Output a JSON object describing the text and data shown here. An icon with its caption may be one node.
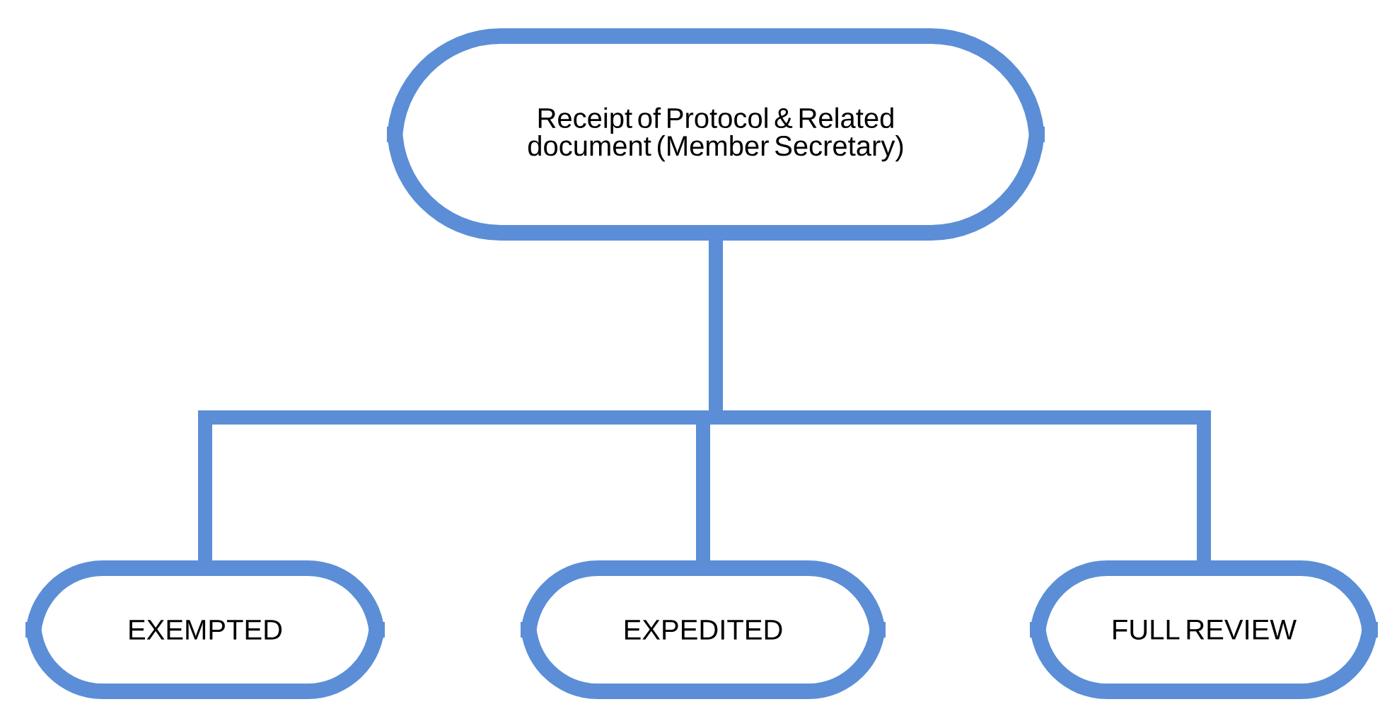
{
  "diagram": {
    "nodes": [
      {
        "text": [
          "Receipt of Protocol & Related document (Member Secretary)"
        ]
      },
      {
        "text": [
          "EXEMPTED"
        ]
      },
      {
        "text": [
          "EXPEDITED"
        ]
      },
      {
        "text": [
          "FULL REVIEW"
        ]
      }
    ],
    "edges": [
      {
        "from": 0,
        "to": 1,
        "arrow": "none"
      },
      {
        "from": 0,
        "to": 2,
        "arrow": "none"
      },
      {
        "from": 0,
        "to": 3,
        "arrow": "none"
      }
    ]
  }
}
